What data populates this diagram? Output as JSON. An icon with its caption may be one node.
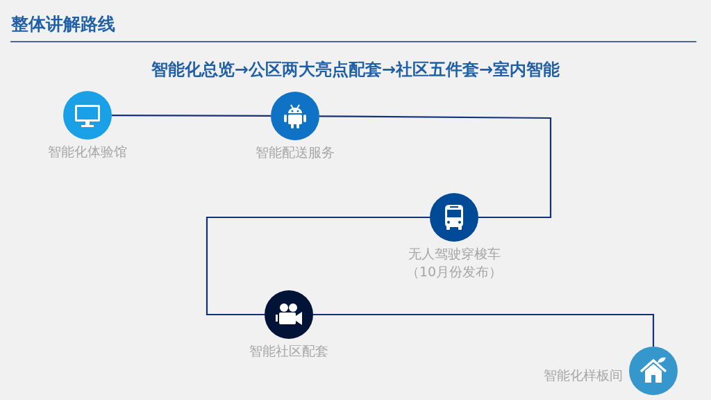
{
  "diagram": {
    "title": "整体讲解路线",
    "nodes": [
      {
        "text": [],
        "shape": "circle",
        "beside": [
          "智能化体验馆"
        ]
      },
      {
        "text": [],
        "shape": "circle",
        "beside": [
          "智能配送服务"
        ]
      },
      {
        "text": [],
        "shape": "circle",
        "beside": [
          "无人驾驶穿梭车",
          "（10月份发布）"
        ]
      },
      {
        "text": [],
        "shape": "circle",
        "beside": [
          "智能社区配套"
        ]
      },
      {
        "text": [],
        "shape": "circle",
        "beside": [
          "智能化样板间"
        ]
      }
    ],
    "edges": [
      {
        "from": 0,
        "to": 1,
        "arrow": "none"
      },
      {
        "from": 1,
        "to": 2,
        "arrow": "none"
      },
      {
        "from": 2,
        "to": 3,
        "arrow": "none"
      },
      {
        "from": 3,
        "to": 4,
        "arrow": "none"
      }
    ],
    "labels": [
      "智能化总览→公区两大亮点配套→社区五件套→室内智能"
    ]
  }
}
